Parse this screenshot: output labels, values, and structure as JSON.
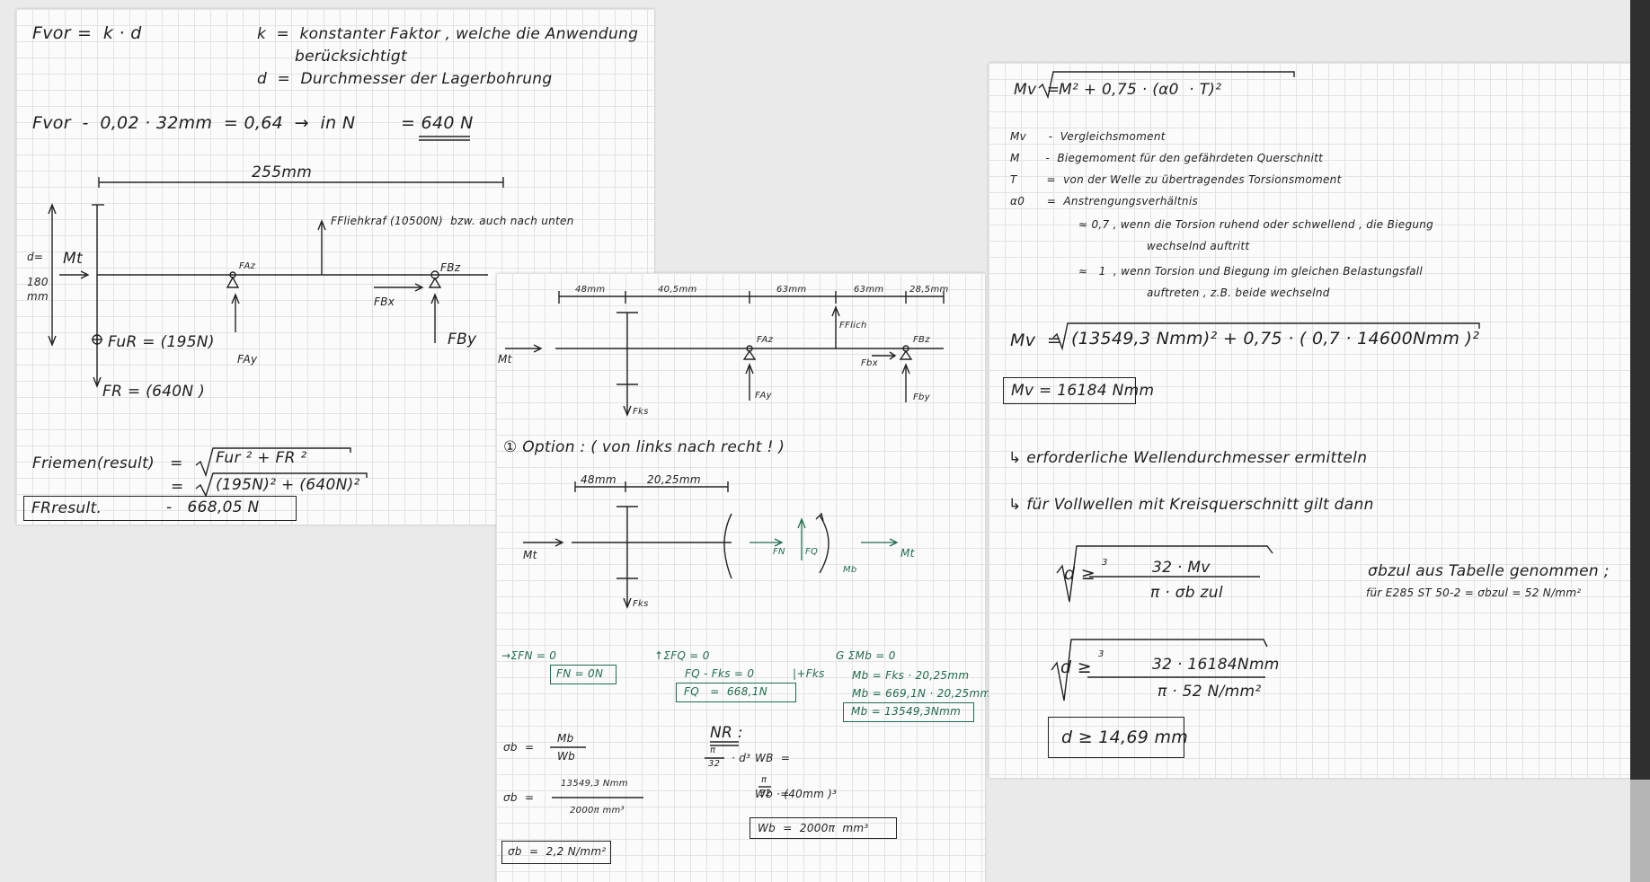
{
  "page1": {
    "fvor_label": "Fvor",
    "fvor_def": "=  k · d",
    "k_def": "k  =  konstanter Faktor , welche die Anwendung",
    "k_def2": "berücksichtigt",
    "d_def": "d  =  Durchmesser der Lagerbohrung",
    "fvor_calc": "Fvor  -  0,02 · 32mm  = 0,64  →  in N",
    "fvor_result": "= 640 N",
    "dim_255": "255mm",
    "d_label": "d=",
    "d_value": "180",
    "d_unit": "mm",
    "mt": "Mt",
    "faz": "FAz",
    "fbz": "FBz",
    "fbx": "FBx",
    "fby": "FBy",
    "fay": "FAy",
    "fflieh": "FFliehkraf (10500N)  bzw. auch nach unten",
    "fur": "FuR = (195N)",
    "fr": "FR = (640N )",
    "friemen": "Friemen(result)   =",
    "friemen_rad": "Fur ² + FR ²",
    "friemen_eq2": "=",
    "friemen_rad2": "(195N)² + (640N)²",
    "fresult_label": "FRresult.",
    "fresult_value": "-   668,05 N"
  },
  "page2": {
    "dims": [
      "48mm",
      "40,5mm",
      "63mm",
      "63mm",
      "28,5mm"
    ],
    "mt": "Mt",
    "fks": "Fks",
    "faz": "FAz",
    "fay": "FAy",
    "fflich": "FFlich",
    "fbx": "Fbx",
    "fbz": "FBz",
    "fby": "Fby",
    "option": "① Option : ( von links nach recht ! )",
    "dims2": [
      "48mm",
      "20,25mm"
    ],
    "fn": "FN",
    "fq": "FQ",
    "mb": "Mb",
    "eq_fn": "→ΣFN = 0",
    "fn_box": "FN = 0N",
    "eq_fq": "↑ΣFQ = 0",
    "fq_line": "FQ - Fks = 0",
    "fq_plus": "|+Fks",
    "fq_box": "FQ   =  668,1N",
    "eq_mb": "G ΣMb = 0",
    "mb_line1": "Mb = Fks · 20,25mm",
    "mb_line2": "Mb = 669,1N · 20,25mm",
    "mb_box": "Mb = 13549,3Nmm",
    "sigma_b": "σb  =",
    "sigma_num": "Mb",
    "sigma_den": "Wb",
    "sigma_b2": "σb  =",
    "sigma_num2": "13549,3 Nmm",
    "sigma_den2": "2000π mm³",
    "sigma_box": "σb  =  2,2 N/mm²",
    "nr": "NR :",
    "wb1": "WB  =",
    "wb1_num": "π",
    "wb1_den": "32",
    "wb1_tail": "· d³",
    "wb2": "Wb  =",
    "wb2_num": "π",
    "wb2_den": "32",
    "wb2_tail": "· (40mm )³",
    "wb_box": "Wb  =  2000π  mm³"
  },
  "page3": {
    "mv_formula": "Mv  =",
    "mv_rad": "M² + 0,75 · (α0  · T)²",
    "def_mv": "Mv      -  Vergleichsmoment",
    "def_m": "M       -  Biegemoment für den gefährdeten Querschnitt",
    "def_t": "T        =  von der Welle zu übertragendes Torsionsmoment",
    "def_a": "α0      =  Anstrengungsverhältnis",
    "a1": "≈ 0,7 , wenn die Torsion ruhend oder schwellend , die Biegung",
    "a1b": "wechselnd auftritt",
    "a2": "≈   1  , wenn Torsion und Biegung im gleichen Belastungsfall",
    "a2b": "auftreten , z.B. beide wechselnd",
    "mv_calc": "Mv  =",
    "mv_calc_rad": "(13549,3 Nmm)² + 0,75 · ( 0,7 · 14600Nmm )²",
    "mv_box": "Mv = 16184 Nmm",
    "note1": "↳ erforderliche Wellendurchmesser ermitteln",
    "note2": "↳ für Vollwellen mit Kreisquerschnitt gilt dann",
    "d1": "d ≥",
    "root3": "3",
    "d1_num": "32 · Mv",
    "d1_den": "π · σb zul",
    "sigma_note1": "σbzul aus Tabelle genommen ;",
    "sigma_note2": "für E285 ST 50-2 = σbzul = 52 N/mm²",
    "d2": "d ≥",
    "d2_num": "32 · 16184Nmm",
    "d2_den": "π · 52 N/mm²",
    "d_box": "d ≥ 14,69 mm"
  }
}
